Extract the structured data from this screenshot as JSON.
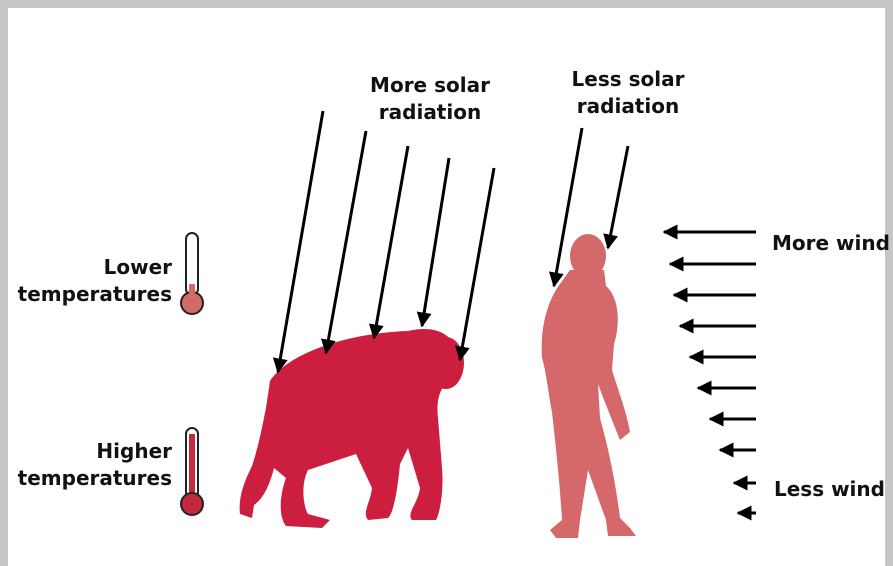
{
  "labels": {
    "more_solar": [
      "More solar",
      "radiation"
    ],
    "less_solar": [
      "Less solar",
      "radiation"
    ],
    "lower_temp": [
      "Lower",
      "temperatures"
    ],
    "higher_temp": [
      "Higher",
      "temperatures"
    ],
    "more_wind": "More wind",
    "less_wind": "Less wind"
  },
  "colors": {
    "quadruped": "#cc1e3e",
    "biped": "#d4686a",
    "thermo_high_fill": "#c4283f",
    "thermo_low_fill": "#d46a66",
    "arrows": "#000000"
  },
  "icons": [
    "thermometer-low-icon",
    "thermometer-high-icon"
  ]
}
